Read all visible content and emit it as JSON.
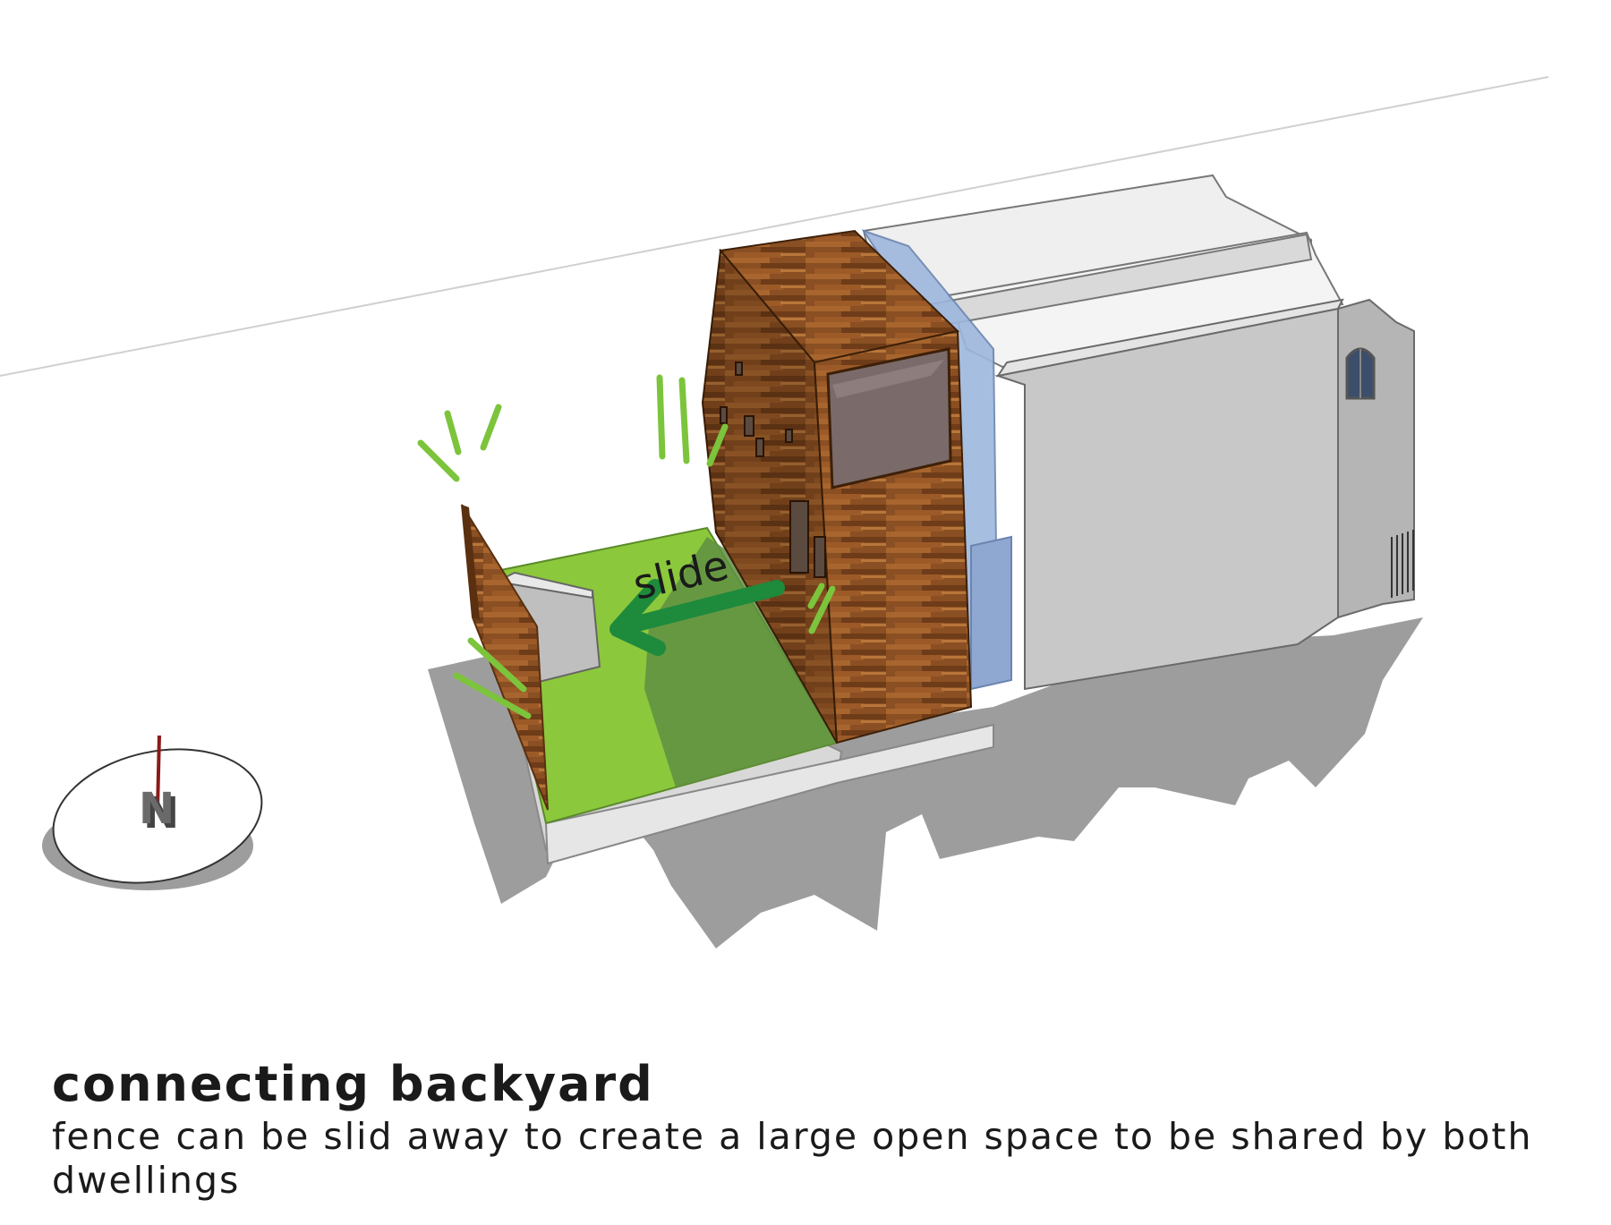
{
  "diagram": {
    "slide_label": "slide",
    "north_label": "N",
    "colors": {
      "lawn": "#8cc83c",
      "shade": "#5f8f42",
      "arrow": "#1e8a3c",
      "wood": "#8a4f22",
      "glass": "#9db7dd",
      "building": "#c9c9c9",
      "shadow": "#9d9d9d",
      "motion_marks": "#7cc43c"
    }
  },
  "caption": {
    "title": "connecting backyard",
    "body": "fence can be slid away to create a large open space to be shared by both dwellings"
  }
}
